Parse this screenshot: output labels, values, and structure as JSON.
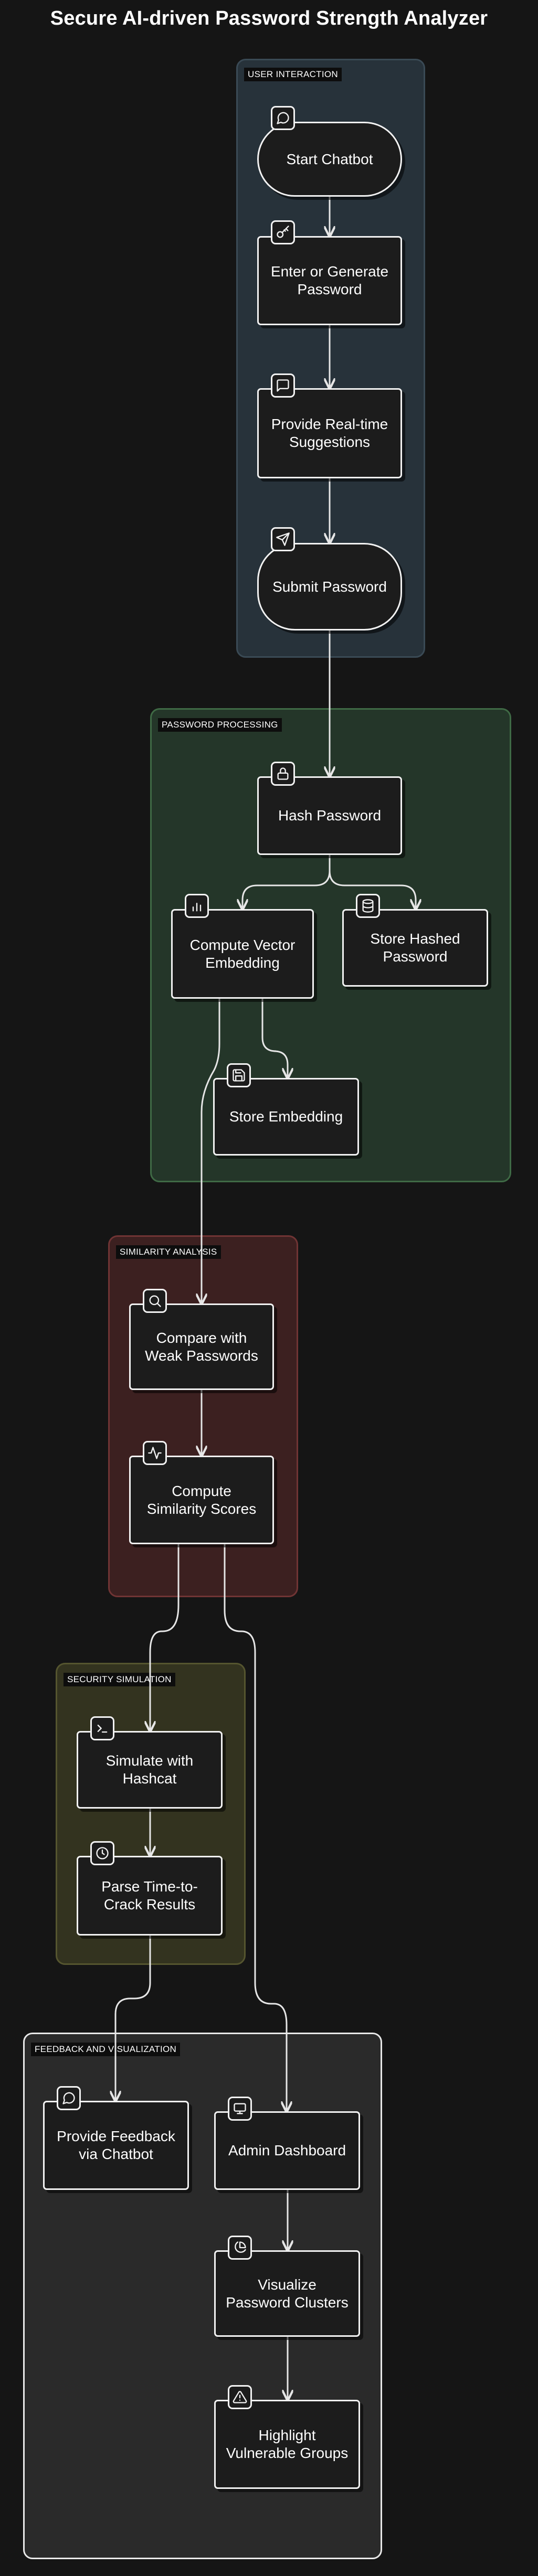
{
  "title": "Secure AI-driven Password Strength Analyzer",
  "colors": {
    "background": "#151515",
    "node_border": "#f2f2f2",
    "edge": "#e6e6e6",
    "user_interaction": "#27323a",
    "password_processing": "#243629",
    "similarity_analysis": "#3c2020",
    "security_simulation": "#33331f",
    "feedback_visualization": "#2a2a2a"
  },
  "groups": {
    "user_interaction": "USER INTERACTION",
    "password_processing": "PASSWORD PROCESSING",
    "similarity_analysis": "SIMILARITY ANALYSIS",
    "security_simulation": "SECURITY SIMULATION",
    "feedback_visualization": "FEEDBACK AND VISUALIZATION"
  },
  "nodes": {
    "start_chatbot": {
      "label": "Start Chatbot",
      "icon": "chat-bubble-icon"
    },
    "enter_generate": {
      "label": "Enter or Generate Password",
      "icon": "key-icon"
    },
    "suggestions": {
      "label": "Provide Real-time Suggestions",
      "icon": "message-square-icon"
    },
    "submit": {
      "label": "Submit Password",
      "icon": "send-icon"
    },
    "hash": {
      "label": "Hash Password",
      "icon": "lock-icon"
    },
    "vector": {
      "label": "Compute Vector Embedding",
      "icon": "bar-chart-icon"
    },
    "store_hashed": {
      "label": "Store Hashed Password",
      "icon": "database-icon"
    },
    "store_embedding": {
      "label": "Store Embedding",
      "icon": "save-icon"
    },
    "compare": {
      "label": "Compare with Weak Passwords",
      "icon": "search-icon"
    },
    "similarity": {
      "label": "Compute Similarity Scores",
      "icon": "activity-icon"
    },
    "hashcat": {
      "label": "Simulate with Hashcat",
      "icon": "terminal-icon"
    },
    "parse": {
      "label": "Parse Time-to-Crack Results",
      "icon": "clock-icon"
    },
    "feedback": {
      "label": "Provide Feedback via Chatbot",
      "icon": "chat-bubble-icon"
    },
    "admin": {
      "label": "Admin Dashboard",
      "icon": "monitor-icon"
    },
    "visualize": {
      "label": "Visualize Password Clusters",
      "icon": "pie-chart-icon"
    },
    "highlight": {
      "label": "Highlight Vulnerable Groups",
      "icon": "alert-triangle-icon"
    }
  }
}
